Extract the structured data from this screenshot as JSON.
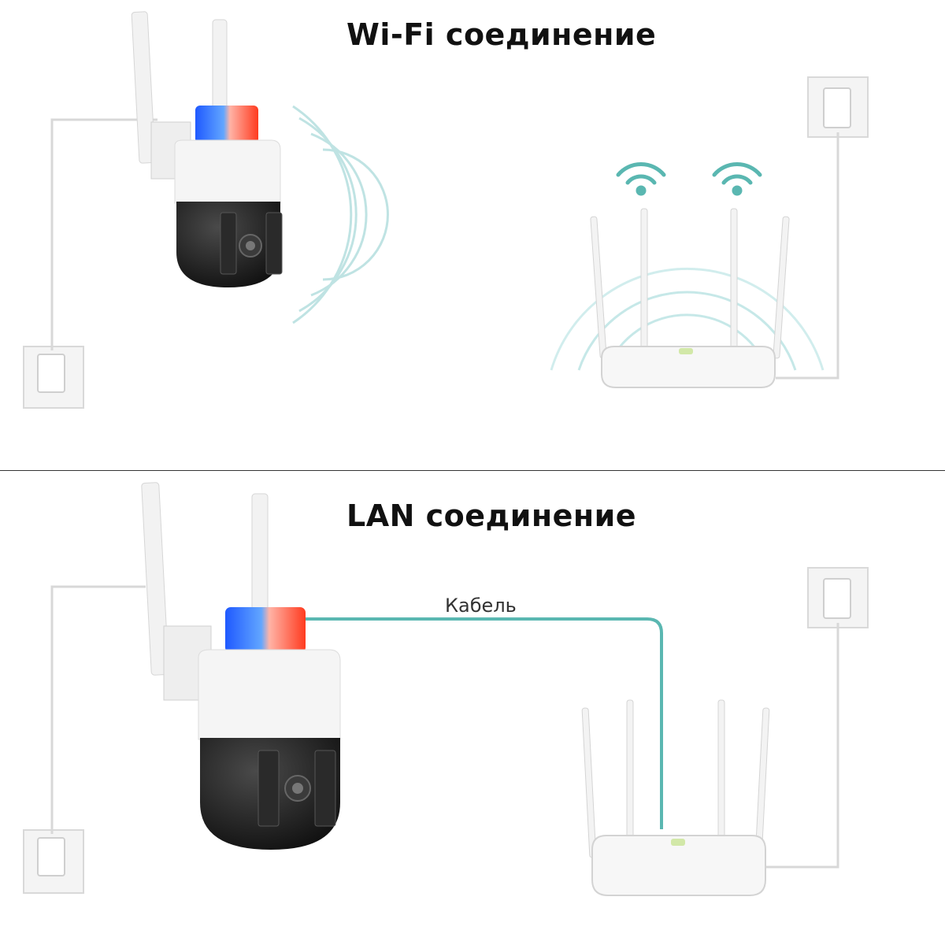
{
  "wifi_section": {
    "title": "Wi-Fi соединение"
  },
  "lan_section": {
    "title": "LAN соединение",
    "cable_label": "Кабель"
  },
  "colors": {
    "wifi_waves": "#bfe3e3",
    "cable": "#5ab7b1",
    "wire": "#d8d8d8",
    "siren_blue": "#2b6cff",
    "siren_red": "#ff4a2a",
    "camera_dark": "#1c1c1c"
  }
}
